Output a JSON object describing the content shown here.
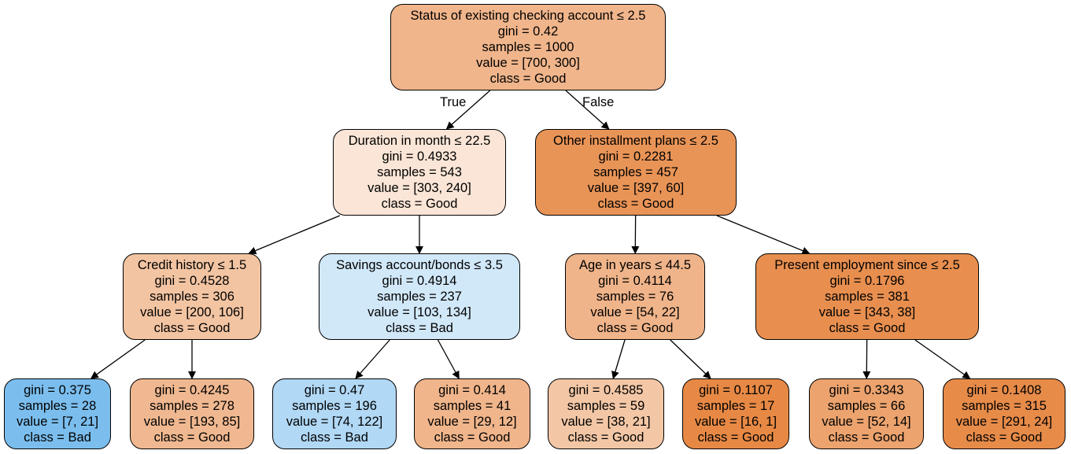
{
  "tree": {
    "edge_labels": {
      "true": "True",
      "false": "False"
    },
    "nodes": [
      {
        "split": "Status of existing checking account ≤ 2.5",
        "gini": "gini = 0.42",
        "samples": "samples = 1000",
        "value": "value = [700, 300]",
        "class": "class = Good",
        "color": "#f0b58b"
      },
      {
        "split": "Duration in month ≤ 22.5",
        "gini": "gini = 0.4933",
        "samples": "samples = 543",
        "value": "value = [303, 240]",
        "class": "class = Good",
        "color": "#fae5d6"
      },
      {
        "split": "Other installment plans ≤ 2.5",
        "gini": "gini = 0.2281",
        "samples": "samples = 457",
        "value": "value = [397, 60]",
        "class": "class = Good",
        "color": "#e99457"
      },
      {
        "split": "Credit history ≤ 1.5",
        "gini": "gini = 0.4528",
        "samples": "samples = 306",
        "value": "value = [200, 106]",
        "class": "class = Good",
        "color": "#f3c4a2"
      },
      {
        "split": "Savings account/bonds ≤ 3.5",
        "gini": "gini = 0.4914",
        "samples": "samples = 237",
        "value": "value = [103, 134]",
        "class": "class = Bad",
        "color": "#d1e8f9"
      },
      {
        "split": "Age in years ≤ 44.5",
        "gini": "gini = 0.4114",
        "samples": "samples = 76",
        "value": "value = [54, 22]",
        "class": "class = Good",
        "color": "#f0b48a"
      },
      {
        "split": "Present employment since ≤ 2.5",
        "gini": "gini = 0.1796",
        "samples": "samples = 381",
        "value": "value = [343, 38]",
        "class": "class = Good",
        "color": "#e88f4f"
      },
      {
        "split": "",
        "gini": "gini = 0.375",
        "samples": "samples = 28",
        "value": "value = [7, 21]",
        "class": "class = Bad",
        "color": "#7bbeee"
      },
      {
        "split": "",
        "gini": "gini = 0.4245",
        "samples": "samples = 278",
        "value": "value = [193, 85]",
        "class": "class = Good",
        "color": "#f0b890"
      },
      {
        "split": "",
        "gini": "gini = 0.47",
        "samples": "samples = 196",
        "value": "value = [74, 122]",
        "class": "class = Bad",
        "color": "#b1d8f5"
      },
      {
        "split": "",
        "gini": "gini = 0.414",
        "samples": "samples = 41",
        "value": "value = [29, 12]",
        "class": "class = Good",
        "color": "#f0b58b"
      },
      {
        "split": "",
        "gini": "gini = 0.4585",
        "samples": "samples = 59",
        "value": "value = [38, 21]",
        "class": "class = Good",
        "color": "#f3c7a6"
      },
      {
        "split": "",
        "gini": "gini = 0.1107",
        "samples": "samples = 17",
        "value": "value = [16, 1]",
        "class": "class = Good",
        "color": "#e78945"
      },
      {
        "split": "",
        "gini": "gini = 0.3343",
        "samples": "samples = 66",
        "value": "value = [52, 14]",
        "class": "class = Good",
        "color": "#eca36e"
      },
      {
        "split": "",
        "gini": "gini = 0.1408",
        "samples": "samples = 315",
        "value": "value = [291, 24]",
        "class": "class = Good",
        "color": "#e78b49"
      }
    ],
    "edges": [
      [
        0,
        1
      ],
      [
        0,
        2
      ],
      [
        1,
        3
      ],
      [
        1,
        4
      ],
      [
        2,
        5
      ],
      [
        2,
        6
      ],
      [
        3,
        7
      ],
      [
        3,
        8
      ],
      [
        4,
        9
      ],
      [
        4,
        10
      ],
      [
        5,
        11
      ],
      [
        5,
        12
      ],
      [
        6,
        13
      ],
      [
        6,
        14
      ]
    ]
  }
}
